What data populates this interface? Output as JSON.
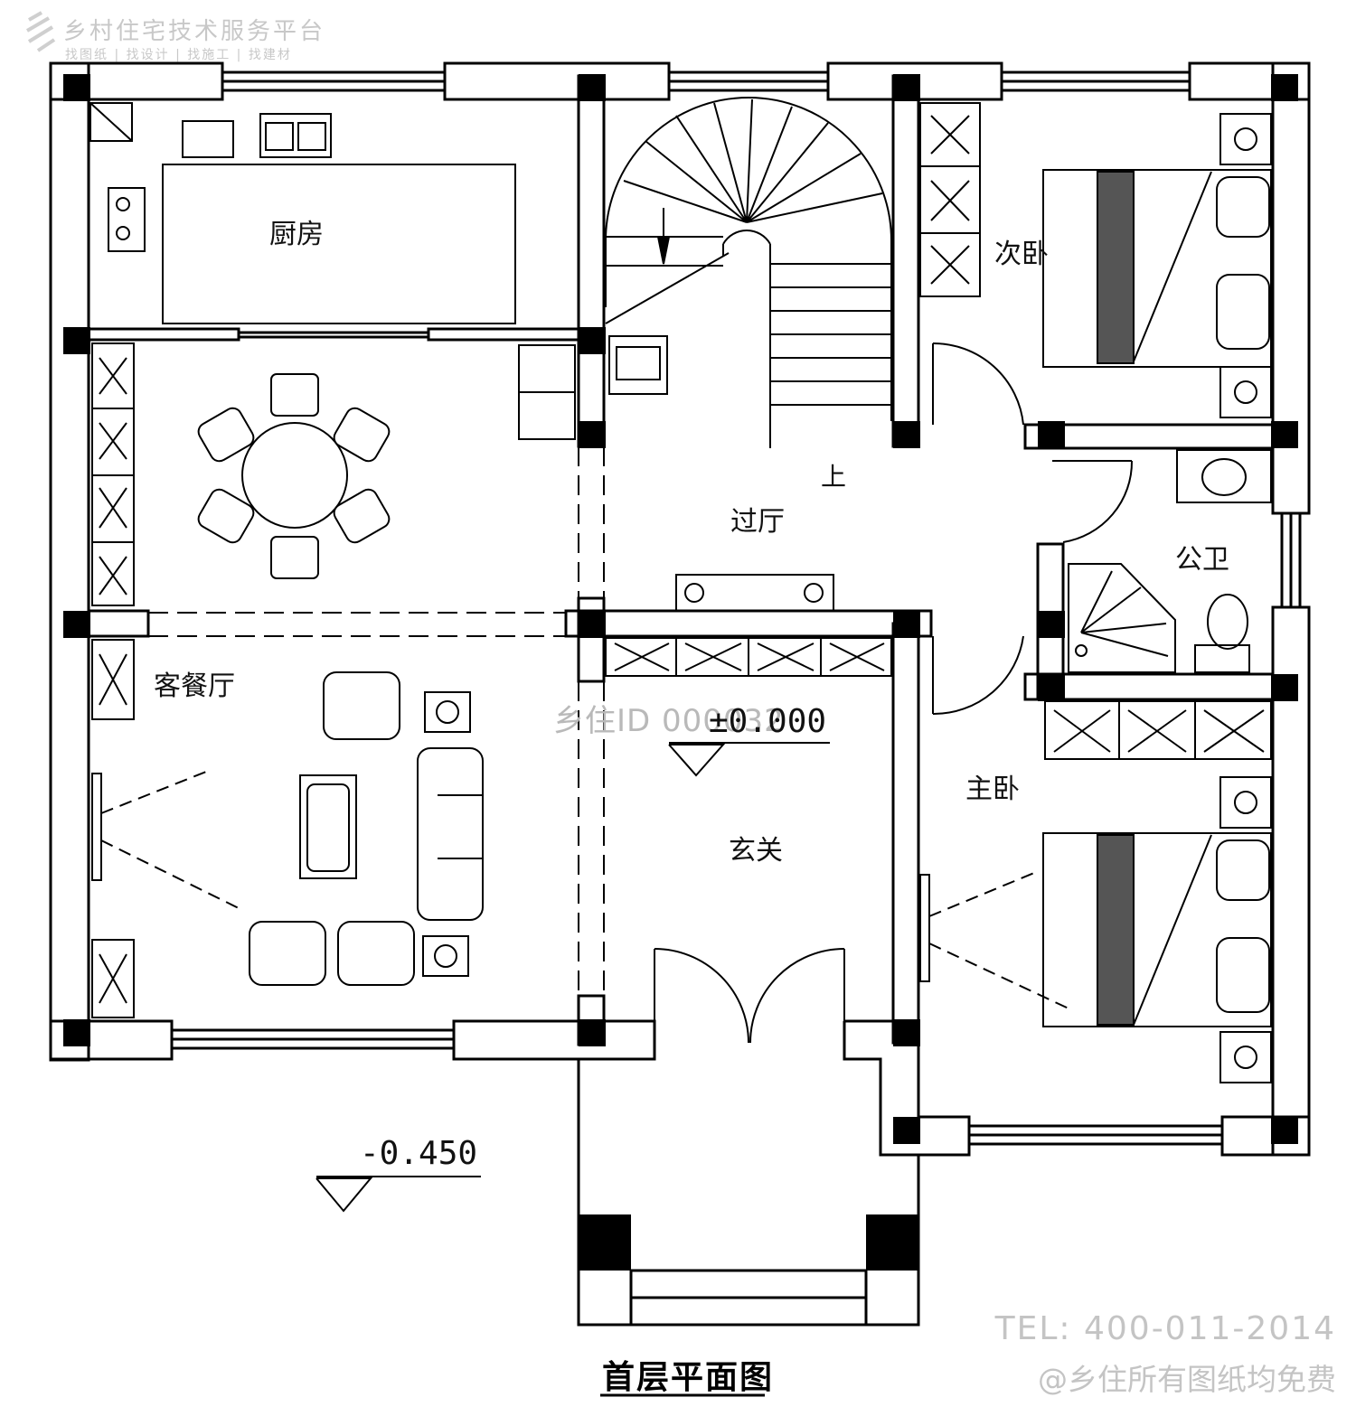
{
  "watermark": {
    "brand": "乡村住宅技术服务平台",
    "services": "找图纸 | 找设计 | 找施工 | 找建材",
    "id": "乡住ID 000032",
    "tel": "TEL: 400-011-2014",
    "free": "@乡住所有图纸均免费"
  },
  "rooms": {
    "kitchen": "厨房",
    "second_bedroom": "次卧",
    "hall": "过厅",
    "stair_up": "上",
    "public_bath": "公卫",
    "living_dining": "客餐厅",
    "master_bedroom": "主卧",
    "foyer": "玄关"
  },
  "elevations": {
    "floor": "±0.000",
    "outdoor": "-0.450"
  },
  "drawing_title": "首层平面图",
  "colors": {
    "line": "#000000",
    "watermark": "#c4c4c4",
    "background": "#ffffff"
  }
}
